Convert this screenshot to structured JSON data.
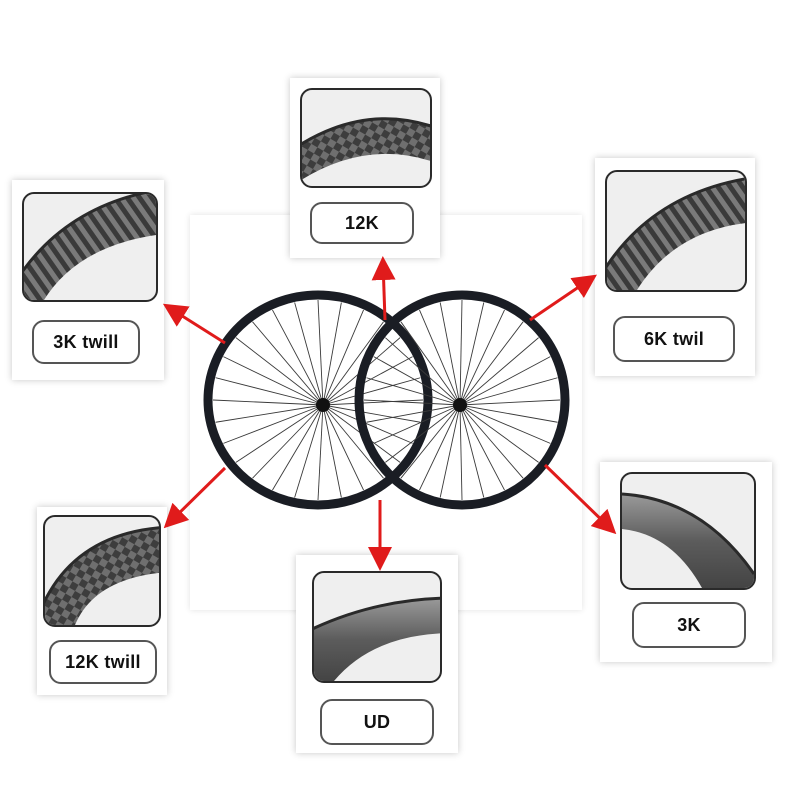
{
  "materials": [
    {
      "id": "12k-top",
      "label": "12K",
      "pattern": "checker"
    },
    {
      "id": "3k-twill",
      "label": "3K twill",
      "pattern": "twill"
    },
    {
      "id": "6k-twill",
      "label": "6K twil",
      "pattern": "twill"
    },
    {
      "id": "12k-twill",
      "label": "12K twill",
      "pattern": "checker"
    },
    {
      "id": "ud",
      "label": "UD",
      "pattern": "smooth"
    },
    {
      "id": "3k",
      "label": "3K",
      "pattern": "smooth"
    }
  ],
  "colors": {
    "arrow": "#e01b1b",
    "rim": "#1a1d24",
    "spoke": "#3a3a3a",
    "card_border": "#555555"
  }
}
